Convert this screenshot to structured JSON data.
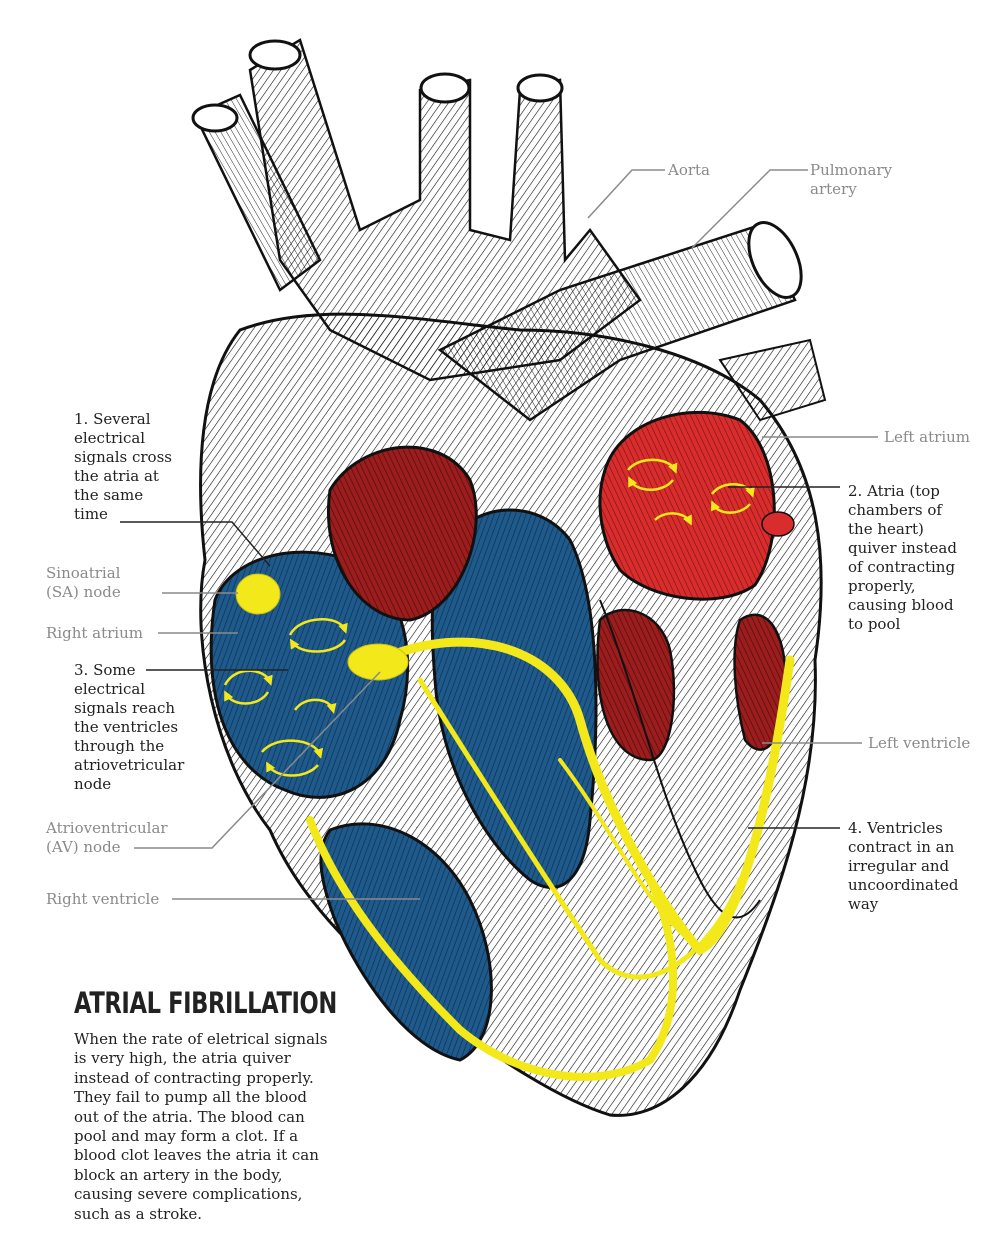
{
  "labels": {
    "aorta": "Aorta",
    "pulmonary_artery": "Pulmonary\nartery",
    "left_atrium": "Left atrium",
    "left_ventricle": "Left ventricle",
    "sinoatrial_node": "Sinoatrial\n(SA) node",
    "right_atrium": "Right atrium",
    "av_node": "Atrioventricular\n(AV) node",
    "right_ventricle": "Right ventricle"
  },
  "callouts": {
    "step1": "1. Several\nelectrical\nsignals cross\nthe atria at\nthe same\ntime",
    "step2": "2. Atria (top\nchambers of\nthe heart)\nquiver instead\nof contracting\nproperly,\ncausing blood\nto pool",
    "step3": "3. Some\nelectrical\nsignals reach\nthe ventricles\nthrough the\natriovetricular\nnode",
    "step4": "4. Ventricles\ncontract in an\nirregular and\nuncoordinated\nway"
  },
  "info": {
    "title": "ATRIAL FIBRILLATION",
    "text": "When the rate of eletrical signals\nis very high, the atria quiver\ninstead of contracting properly.\nThey fail to pump all the blood\nout of the atria. The blood can\npool and may form a clot. If a\nblood clot leaves the atria it can\nblock an artery in the body,\ncausing severe complications,\nsuch as a stroke."
  },
  "colors": {
    "right_side_blood": "#1f5a8c",
    "left_side_blood": "#9b1d1d",
    "left_atrium_highlight": "#d92c2c",
    "electrical_signal": "#f3e81a",
    "outline": "#111111",
    "label_grey": "#8a8a8a"
  }
}
